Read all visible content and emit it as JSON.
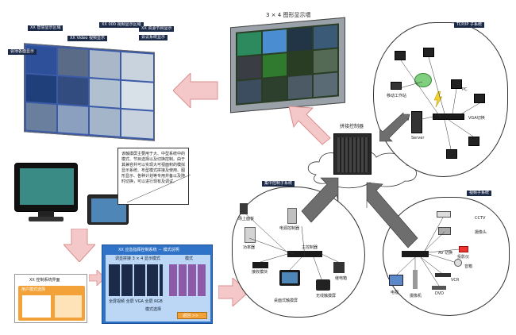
{
  "title": "3 × 4 图形显示墙",
  "controller_label": "拼接控制器",
  "callout_text": "该触摸屏主要用于大、中型系统中的模式、节目选择以及切换控制。由于其兼容并可以实现大可视面积的模拟显示系统、布型模式拼接及使用、图形显示、各种计划等专用并备以及随时切换，可以进行现有及调试。",
  "wall_tags": [
    "XX 智慧显示区域",
    "XX Video  视频显示",
    "XX 000 视频显示区域",
    "XX 资源节目显示",
    "会议系统显示"
  ],
  "wall_left_tag": "会场各面显示",
  "tcp_group": {
    "tag": "TCP/IP  子系统",
    "labels": {
      "workstation": "移动工作站",
      "server": "Server",
      "switch": "VGA切换",
      "pc": "PC"
    }
  },
  "central_group": {
    "tag": "集中控制子系统",
    "labels": {
      "light": "场上面板",
      "power": "电源控制器",
      "amp": "功率器",
      "main": "主控制器",
      "wireless": "接收模块",
      "touch": "桌面式触摸屏",
      "handheld": "无线触摸屏",
      "relay": "继电箱"
    }
  },
  "video_group": {
    "tag": "视频子系统",
    "labels": {
      "cctv": "CCTV",
      "camera": "摄像头",
      "matrix": "AV 切换",
      "vcr": "VCR",
      "dvd": "DVD",
      "tv": "电视",
      "projector": "投影仪",
      "screen": "摄像机",
      "speaker": "音箱"
    }
  },
  "panel_title": "XX 应急指挥控制系统 － 模式说明",
  "panel_left_header": "调显拼接 3 × 4 显示模式",
  "panel_right_header": "模式",
  "panel_bottom_left": "全屏视频   全屏 VGA   全屏 RGB",
  "panel_bottom_mid": "模式选择",
  "panel_bottom_button": "返回 >>",
  "small_screen_title": "XX 控制系统界面",
  "small_screen_sub": "用户模式选择",
  "colors": {
    "arrow_pink": "#f4c8c8",
    "arrow_gray": "#777777",
    "panel_blue": "#2f73c8",
    "panel_bg": "#bcd6f5",
    "dark_navy": "#1c2a4a",
    "orange_panel": "#f3a23a"
  }
}
